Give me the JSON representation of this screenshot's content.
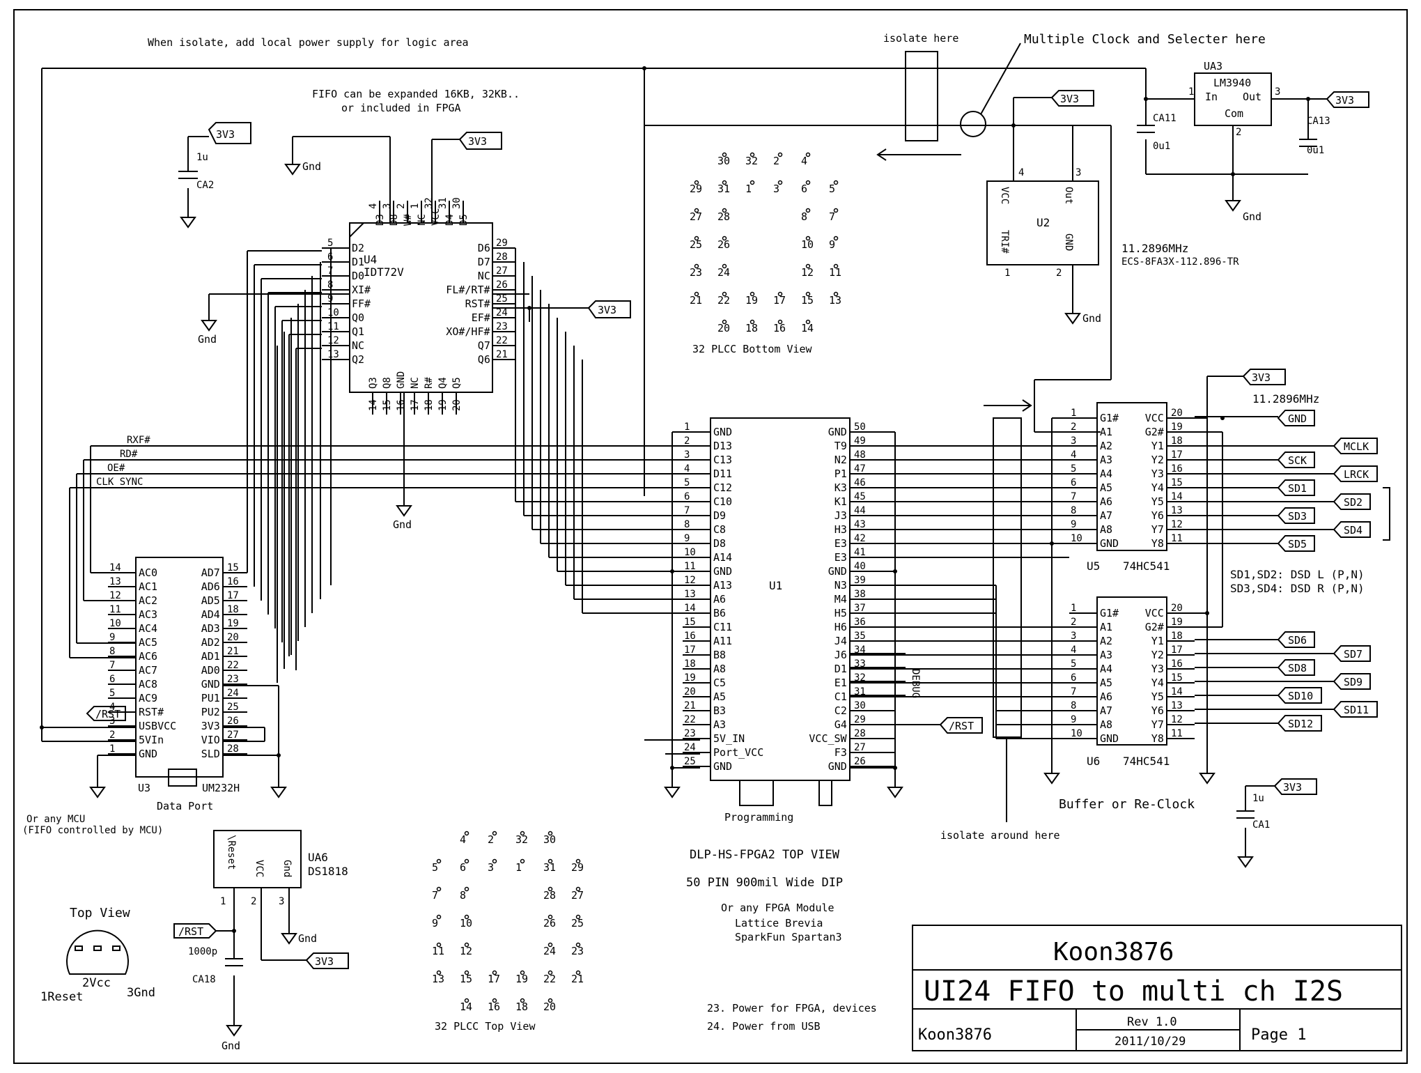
{
  "notes": {
    "isolate_logic": "When isolate, add local power supply for logic area",
    "fifo_expand_1": "FIFO can be expanded 16KB, 32KB..",
    "fifo_expand_2": "or included in FPGA",
    "isolate_here": "isolate here",
    "multi_clock": "Multiple Clock and Selecter here",
    "plcc_bottom": "32 PLCC Bottom View",
    "plcc_top": "32 PLCC Top View",
    "isolate_around": "isolate around here",
    "buffer_reclock": "Buffer or Re-Clock",
    "any_mcu_1": "Or any MCU",
    "any_mcu_2": "(FIFO controlled by MCU)",
    "data_port": "Data Port",
    "top_view": "Top View",
    "fpga_view": "DLP-HS-FPGA2 TOP VIEW",
    "fpga_dip": "50 PIN 900mil Wide DIP",
    "fpga_any": "Or any FPGA Module",
    "fpga_lattice": "Lattice Brevia",
    "fpga_spark": "SparkFun Spartan3",
    "power_23": "23. Power for FPGA, devices",
    "power_24": "24. Power from USB",
    "programming": "Programming",
    "debug": "DEBUG",
    "sd_note_1": "SD1,SD2: DSD L (P,N)",
    "sd_note_2": "SD3,SD4: DSD R (P,N)",
    "xtal_freq": "11.2896MHz",
    "xtal_part": "ECS-8FA3X-112.896-TR",
    "clk_freq": "11.2896MHz"
  },
  "power": {
    "v33": "3V3",
    "gnd": "Gnd",
    "rst": "/RST"
  },
  "caps": {
    "ca2_val": "1u",
    "ca2": "CA2",
    "ca11": "CA11",
    "ca11_val": "0u1",
    "ca13": "CA13",
    "ca13_val": "0u1",
    "ca1": "CA1",
    "ca1_val": "1u",
    "ca18": "CA18",
    "ca18_val": "1000p"
  },
  "u4": {
    "ref": "U4",
    "part": "IDT72V",
    "left_pins": [
      {
        "num": "5",
        "name": "D2"
      },
      {
        "num": "6",
        "name": "D1"
      },
      {
        "num": "7",
        "name": "D0"
      },
      {
        "num": "8",
        "name": "XI#"
      },
      {
        "num": "9",
        "name": "FF#"
      },
      {
        "num": "10",
        "name": "Q0"
      },
      {
        "num": "11",
        "name": "Q1"
      },
      {
        "num": "12",
        "name": "NC"
      },
      {
        "num": "13",
        "name": "Q2"
      }
    ],
    "right_pins": [
      {
        "num": "29",
        "name": "D6"
      },
      {
        "num": "28",
        "name": "D7"
      },
      {
        "num": "27",
        "name": "NC"
      },
      {
        "num": "26",
        "name": "FL#/RT#"
      },
      {
        "num": "25",
        "name": "RST#"
      },
      {
        "num": "24",
        "name": "EF#"
      },
      {
        "num": "23",
        "name": "XO#/HF#"
      },
      {
        "num": "22",
        "name": "Q7"
      },
      {
        "num": "21",
        "name": "Q6"
      }
    ],
    "top_pins": [
      {
        "num": "4",
        "name": "D3"
      },
      {
        "num": "3",
        "name": "D8"
      },
      {
        "num": "2",
        "name": "W#"
      },
      {
        "num": "1",
        "name": "NC"
      },
      {
        "num": "32",
        "name": "VCC"
      },
      {
        "num": "31",
        "name": "D4"
      },
      {
        "num": "30",
        "name": "D5"
      }
    ],
    "bottom_pins": [
      {
        "num": "14",
        "name": "Q3"
      },
      {
        "num": "15",
        "name": "Q8"
      },
      {
        "num": "16",
        "name": "GND"
      },
      {
        "num": "17",
        "name": "NC"
      },
      {
        "num": "18",
        "name": "R#"
      },
      {
        "num": "19",
        "name": "Q4"
      },
      {
        "num": "20",
        "name": "Q5"
      }
    ]
  },
  "u2": {
    "ref": "U2",
    "pin_vcc": "VCC",
    "pin_out": "Out",
    "pin_tri": "TRI#",
    "pin_gnd": "GND",
    "n4": "4",
    "n3": "3",
    "n1": "1",
    "n2": "2"
  },
  "ua3": {
    "ref": "UA3",
    "part": "LM3940",
    "in": "In",
    "out": "Out",
    "com": "Com",
    "n1": "1",
    "n2": "2",
    "n3": "3"
  },
  "u1": {
    "ref": "U1",
    "left_pins": [
      {
        "num": "1",
        "name": "GND"
      },
      {
        "num": "2",
        "name": "D13"
      },
      {
        "num": "3",
        "name": "C13"
      },
      {
        "num": "4",
        "name": "D11"
      },
      {
        "num": "5",
        "name": "C12"
      },
      {
        "num": "6",
        "name": "C10"
      },
      {
        "num": "7",
        "name": "D9"
      },
      {
        "num": "8",
        "name": "C8"
      },
      {
        "num": "9",
        "name": "D8"
      },
      {
        "num": "10",
        "name": "A14"
      },
      {
        "num": "11",
        "name": "GND"
      },
      {
        "num": "12",
        "name": "A13"
      },
      {
        "num": "13",
        "name": "A6"
      },
      {
        "num": "14",
        "name": "B6"
      },
      {
        "num": "15",
        "name": "C11"
      },
      {
        "num": "16",
        "name": "A11"
      },
      {
        "num": "17",
        "name": "B8"
      },
      {
        "num": "18",
        "name": "A8"
      },
      {
        "num": "19",
        "name": "C5"
      },
      {
        "num": "20",
        "name": "A5"
      },
      {
        "num": "21",
        "name": "B3"
      },
      {
        "num": "22",
        "name": "A3"
      },
      {
        "num": "23",
        "name": "5V_IN"
      },
      {
        "num": "24",
        "name": "Port_VCC"
      },
      {
        "num": "25",
        "name": "GND"
      }
    ],
    "right_pins": [
      {
        "num": "50",
        "name": "GND"
      },
      {
        "num": "49",
        "name": "T9"
      },
      {
        "num": "48",
        "name": "N2"
      },
      {
        "num": "47",
        "name": "P1"
      },
      {
        "num": "46",
        "name": "K3"
      },
      {
        "num": "45",
        "name": "K1"
      },
      {
        "num": "44",
        "name": "J3"
      },
      {
        "num": "43",
        "name": "H3"
      },
      {
        "num": "42",
        "name": "E3"
      },
      {
        "num": "41",
        "name": "E3"
      },
      {
        "num": "40",
        "name": "GND"
      },
      {
        "num": "39",
        "name": "N3"
      },
      {
        "num": "38",
        "name": "M4"
      },
      {
        "num": "37",
        "name": "H5"
      },
      {
        "num": "36",
        "name": "H6"
      },
      {
        "num": "35",
        "name": "J4"
      },
      {
        "num": "34",
        "name": "J6"
      },
      {
        "num": "33",
        "name": "D1"
      },
      {
        "num": "32",
        "name": "E1"
      },
      {
        "num": "31",
        "name": "C1"
      },
      {
        "num": "30",
        "name": "C2"
      },
      {
        "num": "29",
        "name": "G4"
      },
      {
        "num": "28",
        "name": "VCC_SW"
      },
      {
        "num": "27",
        "name": "F3"
      },
      {
        "num": "26",
        "name": "GND"
      }
    ]
  },
  "u3": {
    "ref": "U3",
    "part": "UM232H",
    "left_pins": [
      {
        "num": "14",
        "name": "AC0"
      },
      {
        "num": "13",
        "name": "AC1"
      },
      {
        "num": "12",
        "name": "AC2"
      },
      {
        "num": "11",
        "name": "AC3"
      },
      {
        "num": "10",
        "name": "AC4"
      },
      {
        "num": "9",
        "name": "AC5"
      },
      {
        "num": "8",
        "name": "AC6"
      },
      {
        "num": "7",
        "name": "AC7"
      },
      {
        "num": "6",
        "name": "AC8"
      },
      {
        "num": "5",
        "name": "AC9"
      },
      {
        "num": "4",
        "name": "RST#"
      },
      {
        "num": "3",
        "name": "USBVCC"
      },
      {
        "num": "2",
        "name": "5VIn"
      },
      {
        "num": "1",
        "name": "GND"
      }
    ],
    "right_pins": [
      {
        "num": "15",
        "name": "AD7"
      },
      {
        "num": "16",
        "name": "AD6"
      },
      {
        "num": "17",
        "name": "AD5"
      },
      {
        "num": "18",
        "name": "AD4"
      },
      {
        "num": "19",
        "name": "AD3"
      },
      {
        "num": "20",
        "name": "AD2"
      },
      {
        "num": "21",
        "name": "AD1"
      },
      {
        "num": "22",
        "name": "AD0"
      },
      {
        "num": "23",
        "name": "GND"
      },
      {
        "num": "24",
        "name": "PU1"
      },
      {
        "num": "25",
        "name": "PU2"
      },
      {
        "num": "26",
        "name": "3V3"
      },
      {
        "num": "27",
        "name": "VIO"
      },
      {
        "num": "28",
        "name": "SLD"
      }
    ]
  },
  "u5": {
    "ref": "U5",
    "part": "74HC541",
    "left_pins": [
      {
        "num": "1",
        "name": "G1#"
      },
      {
        "num": "2",
        "name": "A1"
      },
      {
        "num": "3",
        "name": "A2"
      },
      {
        "num": "4",
        "name": "A3"
      },
      {
        "num": "5",
        "name": "A4"
      },
      {
        "num": "6",
        "name": "A5"
      },
      {
        "num": "7",
        "name": "A6"
      },
      {
        "num": "8",
        "name": "A7"
      },
      {
        "num": "9",
        "name": "A8"
      },
      {
        "num": "10",
        "name": "GND"
      }
    ],
    "right_pins": [
      {
        "num": "20",
        "name": "VCC"
      },
      {
        "num": "19",
        "name": "G2#"
      },
      {
        "num": "18",
        "name": "Y1"
      },
      {
        "num": "17",
        "name": "Y2"
      },
      {
        "num": "16",
        "name": "Y3"
      },
      {
        "num": "15",
        "name": "Y4"
      },
      {
        "num": "14",
        "name": "Y5"
      },
      {
        "num": "13",
        "name": "Y6"
      },
      {
        "num": "12",
        "name": "Y7"
      },
      {
        "num": "11",
        "name": "Y8"
      }
    ],
    "outputs": [
      "GND",
      "MCLK",
      "SCK",
      "LRCK",
      "SD1",
      "SD2",
      "SD3",
      "SD4",
      "SD5"
    ]
  },
  "u6": {
    "ref": "U6",
    "part": "74HC541",
    "left_pins": [
      {
        "num": "1",
        "name": "G1#"
      },
      {
        "num": "2",
        "name": "A1"
      },
      {
        "num": "3",
        "name": "A2"
      },
      {
        "num": "4",
        "name": "A3"
      },
      {
        "num": "5",
        "name": "A4"
      },
      {
        "num": "6",
        "name": "A5"
      },
      {
        "num": "7",
        "name": "A6"
      },
      {
        "num": "8",
        "name": "A7"
      },
      {
        "num": "9",
        "name": "A8"
      },
      {
        "num": "10",
        "name": "GND"
      }
    ],
    "right_pins": [
      {
        "num": "20",
        "name": "VCC"
      },
      {
        "num": "19",
        "name": "G2#"
      },
      {
        "num": "18",
        "name": "Y1"
      },
      {
        "num": "17",
        "name": "Y2"
      },
      {
        "num": "16",
        "name": "Y3"
      },
      {
        "num": "15",
        "name": "Y4"
      },
      {
        "num": "14",
        "name": "Y5"
      },
      {
        "num": "13",
        "name": "Y6"
      },
      {
        "num": "12",
        "name": "Y7"
      },
      {
        "num": "11",
        "name": "Y8"
      }
    ],
    "outputs": [
      "SD6",
      "SD7",
      "SD8",
      "SD9",
      "SD10",
      "SD11",
      "SD12"
    ]
  },
  "ua6": {
    "ref": "UA6",
    "part": "DS1818",
    "pin_reset": "\\Reset",
    "pin_vcc": "VCC",
    "pin_gnd": "Gnd",
    "n1": "1",
    "n2": "2",
    "n3": "3"
  },
  "to92": {
    "reset": "1Reset",
    "vcc": "2Vcc",
    "gnd": "3Gnd"
  },
  "signals": {
    "rxf": "RXF#",
    "rd": "RD#",
    "oe": "OE#",
    "clk_sync": "CLK_SYNC"
  },
  "plcc_bottom": {
    "rows": [
      [
        "30",
        "32",
        "2",
        "4"
      ],
      [
        "29",
        "31",
        "1",
        "3",
        "6",
        "5"
      ],
      [
        "27",
        "28",
        "8",
        "7"
      ],
      [
        "25",
        "26",
        "10",
        "9"
      ],
      [
        "23",
        "24",
        "12",
        "11"
      ],
      [
        "21",
        "22",
        "19",
        "17",
        "15",
        "13"
      ],
      [
        "20",
        "18",
        "16",
        "14"
      ]
    ]
  },
  "plcc_top": {
    "rows": [
      [
        "4",
        "2",
        "32",
        "30"
      ],
      [
        "5",
        "6",
        "3",
        "1",
        "31",
        "29"
      ],
      [
        "7",
        "8",
        "28",
        "27"
      ],
      [
        "9",
        "10",
        "26",
        "25"
      ],
      [
        "11",
        "12",
        "24",
        "23"
      ],
      [
        "13",
        "15",
        "17",
        "19",
        "22",
        "21"
      ],
      [
        "14",
        "16",
        "18",
        "20"
      ]
    ]
  },
  "title_block": {
    "company": "Koon3876",
    "title": "UI24 FIFO to multi ch I2S",
    "author": "Koon3876",
    "rev": "Rev 1.0",
    "date": "2011/10/29",
    "page": "Page 1"
  }
}
